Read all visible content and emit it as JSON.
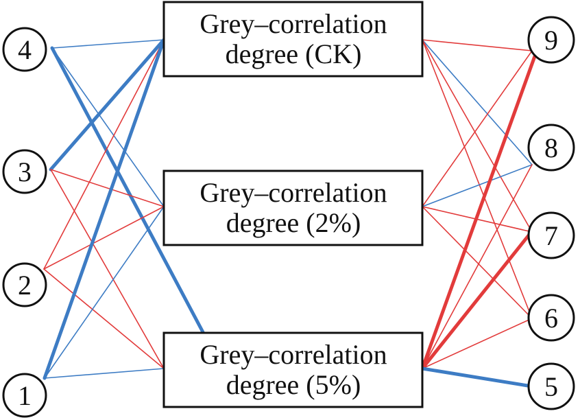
{
  "colors": {
    "blue": "#3d7cc4",
    "red": "#e23b3b",
    "stroke": "#111111",
    "background": "#ffffff"
  },
  "left_nodes": [
    {
      "id": "4",
      "label": "4"
    },
    {
      "id": "3",
      "label": "3"
    },
    {
      "id": "2",
      "label": "2"
    },
    {
      "id": "1",
      "label": "1"
    }
  ],
  "right_nodes": [
    {
      "id": "9",
      "label": "9"
    },
    {
      "id": "8",
      "label": "8"
    },
    {
      "id": "7",
      "label": "7"
    },
    {
      "id": "6",
      "label": "6"
    },
    {
      "id": "5",
      "label": "5"
    }
  ],
  "boxes": [
    {
      "id": "ck",
      "line1": "Grey–correlation",
      "line2": "degree (CK)"
    },
    {
      "id": "p2",
      "line1": "Grey–correlation",
      "line2": "degree (2%)"
    },
    {
      "id": "p5",
      "line1": "Grey–correlation",
      "line2": "degree (5%)"
    }
  ],
  "links": [
    {
      "from": "4",
      "to": "ck",
      "color": "blue",
      "weight": "thin"
    },
    {
      "from": "4",
      "to": "p2",
      "color": "blue",
      "weight": "thin"
    },
    {
      "from": "4",
      "to": "p5",
      "color": "blue",
      "weight": "thick"
    },
    {
      "from": "3",
      "to": "ck",
      "color": "blue",
      "weight": "thick"
    },
    {
      "from": "3",
      "to": "p2",
      "color": "red",
      "weight": "thin"
    },
    {
      "from": "3",
      "to": "p5",
      "color": "red",
      "weight": "thin"
    },
    {
      "from": "2",
      "to": "ck",
      "color": "red",
      "weight": "thin"
    },
    {
      "from": "2",
      "to": "p2",
      "color": "red",
      "weight": "thin"
    },
    {
      "from": "2",
      "to": "p5",
      "color": "red",
      "weight": "thin"
    },
    {
      "from": "1",
      "to": "ck",
      "color": "blue",
      "weight": "thick"
    },
    {
      "from": "1",
      "to": "p2",
      "color": "blue",
      "weight": "thin"
    },
    {
      "from": "1",
      "to": "p5",
      "color": "blue",
      "weight": "thin"
    },
    {
      "from": "ck",
      "to": "9",
      "color": "red",
      "weight": "thin"
    },
    {
      "from": "ck",
      "to": "8",
      "color": "blue",
      "weight": "thin"
    },
    {
      "from": "ck",
      "to": "7",
      "color": "red",
      "weight": "thin"
    },
    {
      "from": "ck",
      "to": "6",
      "color": "red",
      "weight": "thin"
    },
    {
      "from": "p2",
      "to": "9",
      "color": "red",
      "weight": "thin"
    },
    {
      "from": "p2",
      "to": "8",
      "color": "blue",
      "weight": "thin"
    },
    {
      "from": "p2",
      "to": "7",
      "color": "red",
      "weight": "thin"
    },
    {
      "from": "p2",
      "to": "6",
      "color": "red",
      "weight": "thin"
    },
    {
      "from": "p5",
      "to": "9",
      "color": "red",
      "weight": "thick"
    },
    {
      "from": "p5",
      "to": "8",
      "color": "red",
      "weight": "thin"
    },
    {
      "from": "p5",
      "to": "7",
      "color": "red",
      "weight": "thick"
    },
    {
      "from": "p5",
      "to": "6",
      "color": "red",
      "weight": "thin"
    },
    {
      "from": "p5",
      "to": "5",
      "color": "blue",
      "weight": "thick"
    }
  ]
}
